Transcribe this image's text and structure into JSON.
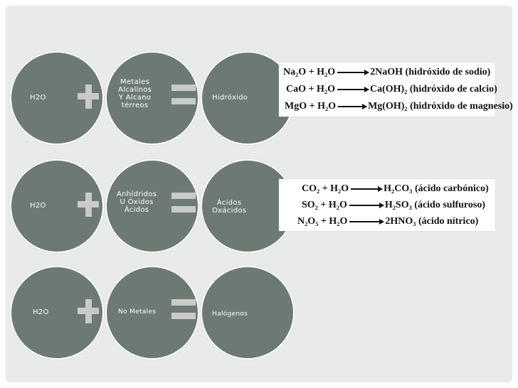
{
  "rows": [
    {
      "left": "H2O",
      "middle": "Metales\nAlcalinos\nY Alcano\ntérreos",
      "result": "Hidróxido",
      "equations": [
        {
          "lhs": "Na₂O + H₂O",
          "rhs": "2NaOH (hidróxido de sodio)"
        },
        {
          "lhs": "CaO + H₂O",
          "rhs": "Ca(OH)₂ (hidróxido de calcio)"
        },
        {
          "lhs": "MgO + H₂O",
          "rhs": "Mg(OH)₂ (hidróxido de magnesio)"
        }
      ]
    },
    {
      "left": "H2O",
      "middle": "Anhídridos\nU Óxidos\nÁcidos",
      "result": "Ácidos\nOxácidos",
      "equations": [
        {
          "lhs": "CO₂ + H₂O",
          "rhs": "H₂CO₃ (ácido carbónico)"
        },
        {
          "lhs": "SO₂ + H₂O",
          "rhs": "H₂SO₃ (ácido sulfuroso)"
        },
        {
          "lhs": "N₂O₅ + H₂O",
          "rhs": "2HNO₃ (ácido nítrico)"
        }
      ]
    },
    {
      "left": "H2O",
      "middle": "No Metales",
      "result": "Halógenos",
      "equations": []
    }
  ],
  "colors": {
    "circle": "#6d7a73",
    "operator": "#c8cbc9",
    "background": "#e9eaea"
  }
}
